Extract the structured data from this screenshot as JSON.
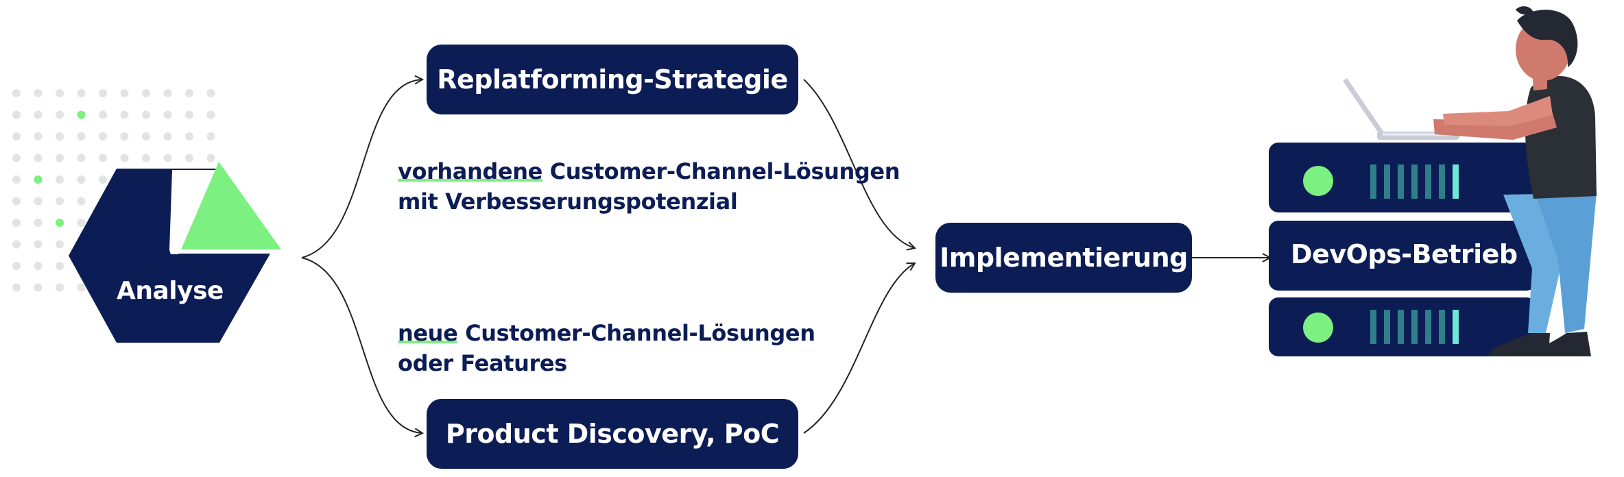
{
  "analyse": {
    "label": "Analyse"
  },
  "boxes": {
    "replatforming": "Replatforming-Strategie",
    "discovery": "Product Discovery, PoC",
    "implementierung": "Implementierung",
    "devops": "DevOps-Betrieb"
  },
  "notes": {
    "upper": {
      "highlight": "vorhandene",
      "rest": " Customer-Channel-Lösungen",
      "line2": "mit Verbesserungspotenzial"
    },
    "lower": {
      "highlight": "neue",
      "rest": " Customer-Channel-Lösungen",
      "line2": "oder Features"
    }
  },
  "colors": {
    "navy": "#0c1d56",
    "green": "#7cf080",
    "dots": "#e3e3e3"
  }
}
